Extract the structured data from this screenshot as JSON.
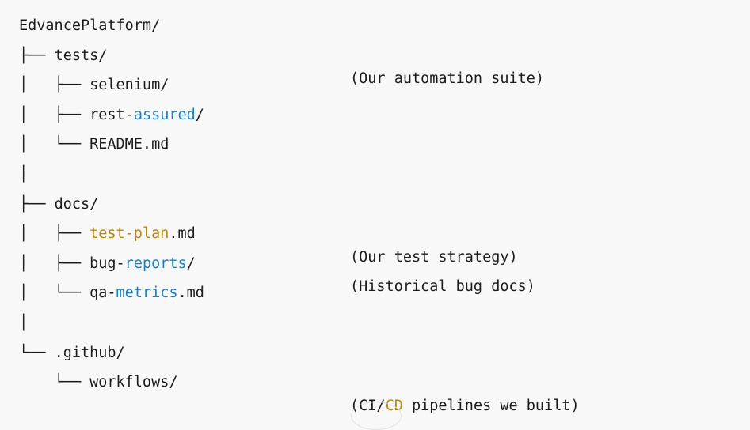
{
  "theme": {
    "background": "#f8f8f8",
    "text": "#1b1b1b",
    "accent_blue": "#1a7fc1",
    "accent_amber": "#b8860b"
  },
  "tree": {
    "root_label": "EdvancePlatform/",
    "lines": [
      {
        "prefix": "",
        "name_parts": [
          {
            "text": "EdvancePlatform/",
            "style": "plain"
          }
        ],
        "comment": null
      },
      {
        "prefix": "├── ",
        "name_parts": [
          {
            "text": "tests/",
            "style": "plain"
          }
        ],
        "comment": [
          {
            "text": "(Our automation suite)",
            "style": "plain"
          }
        ]
      },
      {
        "prefix": "│   ├── ",
        "name_parts": [
          {
            "text": "selenium/",
            "style": "plain"
          }
        ],
        "comment": null
      },
      {
        "prefix": "│   ├── ",
        "name_parts": [
          {
            "text": "rest-",
            "style": "plain"
          },
          {
            "text": "assured",
            "style": "accent"
          },
          {
            "text": "/",
            "style": "plain"
          }
        ],
        "comment": null
      },
      {
        "prefix": "│   └── ",
        "name_parts": [
          {
            "text": "README.md",
            "style": "plain"
          }
        ],
        "comment": null
      },
      {
        "prefix": "│",
        "name_parts": [],
        "comment": null
      },
      {
        "prefix": "├── ",
        "name_parts": [
          {
            "text": "docs/",
            "style": "plain"
          }
        ],
        "comment": null
      },
      {
        "prefix": "│   ├── ",
        "name_parts": [
          {
            "text": "test-plan",
            "style": "amber"
          },
          {
            "text": ".md",
            "style": "plain"
          }
        ],
        "comment": [
          {
            "text": "(Our test strategy)",
            "style": "plain"
          }
        ]
      },
      {
        "prefix": "│   ├── ",
        "name_parts": [
          {
            "text": "bug-",
            "style": "plain"
          },
          {
            "text": "reports",
            "style": "accent"
          },
          {
            "text": "/",
            "style": "plain"
          }
        ],
        "comment": [
          {
            "text": "(Historical bug docs)",
            "style": "plain"
          }
        ]
      },
      {
        "prefix": "│   └── ",
        "name_parts": [
          {
            "text": "qa-",
            "style": "plain"
          },
          {
            "text": "metrics",
            "style": "accent"
          },
          {
            "text": ".md",
            "style": "plain"
          }
        ],
        "comment": null
      },
      {
        "prefix": "│",
        "name_parts": [],
        "comment": null
      },
      {
        "prefix": "└── ",
        "name_parts": [
          {
            "text": ".github/",
            "style": "plain"
          }
        ],
        "comment": null
      },
      {
        "prefix": "    └── ",
        "name_parts": [
          {
            "text": "workflows/",
            "style": "plain"
          }
        ],
        "comment": [
          {
            "text": "(CI/",
            "style": "plain"
          },
          {
            "text": "CD",
            "style": "amber"
          },
          {
            "text": " pipelines we built)",
            "style": "plain"
          }
        ]
      }
    ]
  }
}
